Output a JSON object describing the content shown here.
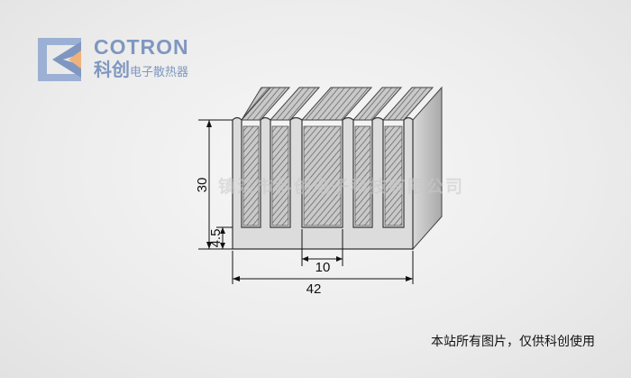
{
  "logo": {
    "brand": "COTRON",
    "cn_big": "科创",
    "cn_small": "电子散热器"
  },
  "watermark": "镇江市科创电子科技有限公司",
  "dimensions": {
    "height": "30",
    "base": "4.5",
    "gap": "10",
    "width": "42"
  },
  "note": "本站所有图片，仅供科创使用",
  "colors": {
    "brand": "#7f97c0",
    "accent": "#f0b27a"
  }
}
